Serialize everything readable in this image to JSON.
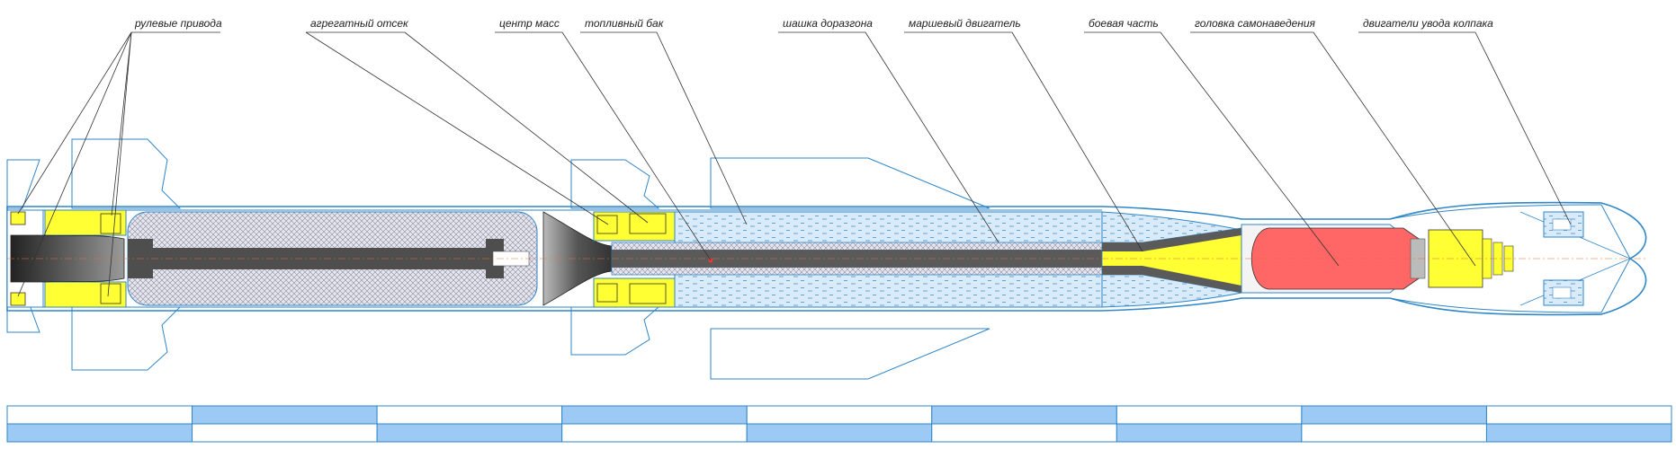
{
  "colors": {
    "outline": "#2f86c8",
    "propellant_fill": "#d9eaf8",
    "actuator_yellow": "#ffff33",
    "warhead_red": "#ff6666",
    "scale_blue": "#9ccaf5",
    "nozzle_dark": "#555555"
  },
  "callouts": [
    {
      "id": "steering-actuators",
      "label": "рулевые привода"
    },
    {
      "id": "equipment-bay",
      "label": "агрегатный отсек"
    },
    {
      "id": "center-of-mass",
      "label": "центр масс"
    },
    {
      "id": "fuel-tank",
      "label": "топливный бак"
    },
    {
      "id": "booster-grain",
      "label": "шашка доразгона"
    },
    {
      "id": "sustainer-engine",
      "label": "маршевый двигатель"
    },
    {
      "id": "warhead",
      "label": "боевая часть"
    },
    {
      "id": "seeker-head",
      "label": "головка самонаведения"
    },
    {
      "id": "cap-separation-motors",
      "label": "двигатели увода колпака"
    }
  ]
}
